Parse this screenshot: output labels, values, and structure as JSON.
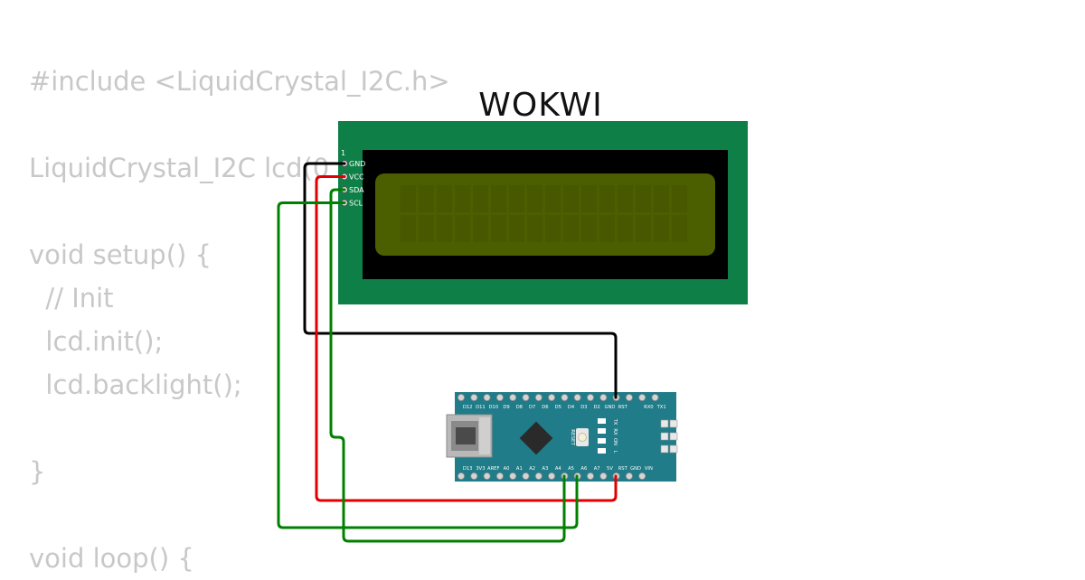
{
  "code_lines": [
    "#include <LiquidCrystal_I2C.h>",
    "",
    "LiquidCrystal_I2C lcd(0",
    "",
    "void setup() {",
    "  // Init",
    "  lcd.init();",
    "  lcd.backlight();",
    "",
    "}",
    "",
    "void loop() {"
  ],
  "logo": "WOKWI",
  "lcd": {
    "pin_number": "1",
    "pins": [
      "GND",
      "VCC",
      "SDA",
      "SCL"
    ],
    "columns": 16,
    "rows": 2,
    "board_color": "#0e7f47",
    "screen_color": "#4b5e00"
  },
  "nano": {
    "top_labels": [
      "D12",
      "D11",
      "D10",
      "D9",
      "D8",
      "D7",
      "D6",
      "D5",
      "D4",
      "D3",
      "D2",
      "GND",
      "RST",
      "",
      "RX0",
      "TX1"
    ],
    "bottom_labels": [
      "D13",
      "3V3",
      "AREF",
      "A0",
      "A1",
      "A2",
      "A3",
      "A4",
      "A5",
      "A6",
      "A7",
      "5V",
      "RST",
      "GND",
      "VIN"
    ],
    "reset_label": "RESET",
    "led_labels": [
      "TX",
      "RX",
      "ON",
      "L"
    ],
    "board_color": "#1f7c88"
  },
  "wires": [
    {
      "name": "gnd-wire",
      "color": "#000000"
    },
    {
      "name": "vcc-wire",
      "color": "#e00000"
    },
    {
      "name": "sda-wire",
      "color": "#008000"
    },
    {
      "name": "scl-wire",
      "color": "#008000"
    }
  ]
}
